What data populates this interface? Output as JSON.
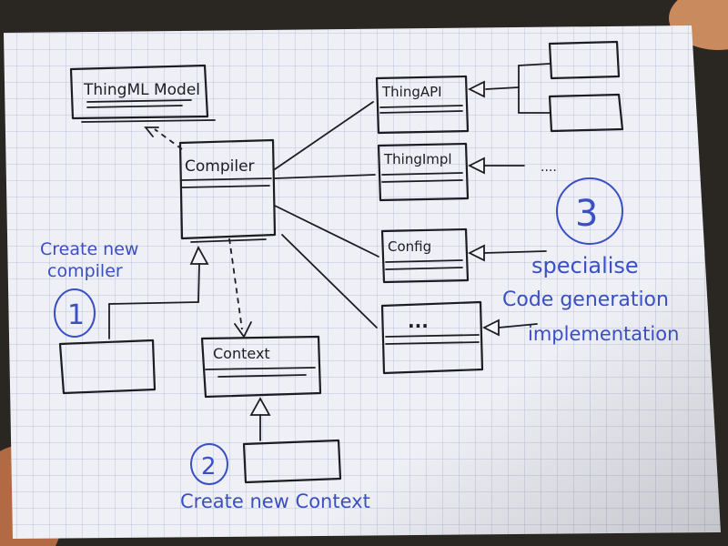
{
  "classes": {
    "thingml_model": "ThingML Model",
    "compiler": "Compiler",
    "context": "Context",
    "thing_api": "ThingAPI",
    "thing_impl": "ThingImpl",
    "config": "Config",
    "more": "...",
    "more_subclasses": "...."
  },
  "annotations": {
    "step1_number": "1",
    "step1_line1": "Create new",
    "step1_line2": "compiler",
    "step2_number": "2",
    "step2_text": "Create new Context",
    "step3_number": "3",
    "step3_line1": "specialise",
    "step3_line2": "Code generation",
    "step3_line3": "implementation"
  },
  "colors": {
    "paper": "#eef0f6",
    "grid": "#aeb8d2",
    "ink": "#1c1c22",
    "annotation_blue": "#3a4fc4",
    "background": "#2a2622"
  }
}
